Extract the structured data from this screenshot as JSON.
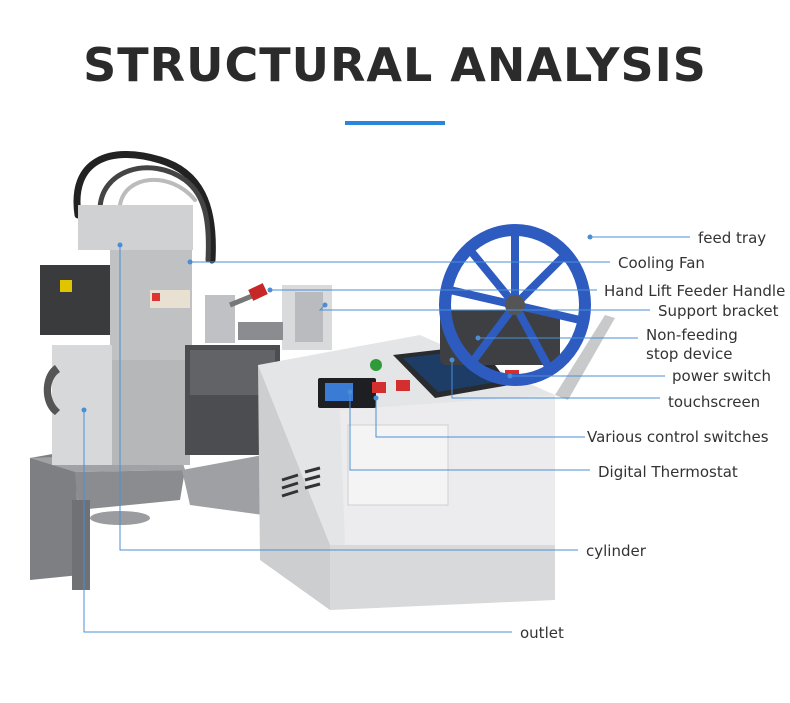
{
  "title": "STRUCTURAL ANALYSIS",
  "accent_color": "#2a86d8",
  "line_color": "#4a8fd6",
  "labels": {
    "feed_tray": "feed tray",
    "cooling_fan": "Cooling Fan",
    "hand_lift_feeder_handle": "Hand Lift Feeder Handle",
    "support_bracket": "Support bracket",
    "non_feeding_line1": "Non-feeding",
    "non_feeding_line2": "stop device",
    "power_switch": "power switch",
    "touchscreen": "touchscreen",
    "various_control_switches": "Various control switches",
    "digital_thermostat": "Digital Thermostat",
    "cylinder": "cylinder",
    "outlet": "outlet"
  }
}
